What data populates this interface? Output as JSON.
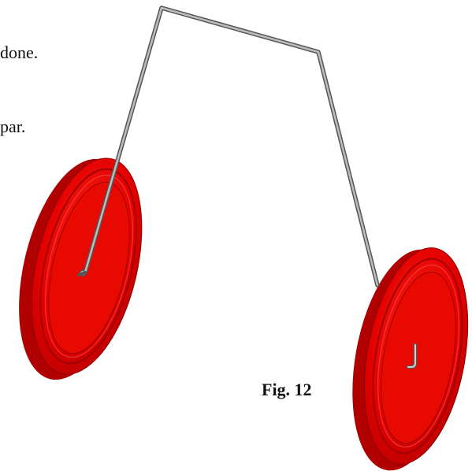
{
  "text_fragments": [
    "done.",
    "par."
  ],
  "figure": {
    "caption": "Fig. 12",
    "colors": {
      "wheel": "#e30000",
      "wheel_dark": "#b80000",
      "rod": "#9a9a9a",
      "rod_outline": "#555555",
      "background": "#ffffff"
    },
    "parts": [
      "left-wheel",
      "right-wheel",
      "bent-rod",
      "axle-hook-left",
      "axle-hook-right"
    ]
  }
}
